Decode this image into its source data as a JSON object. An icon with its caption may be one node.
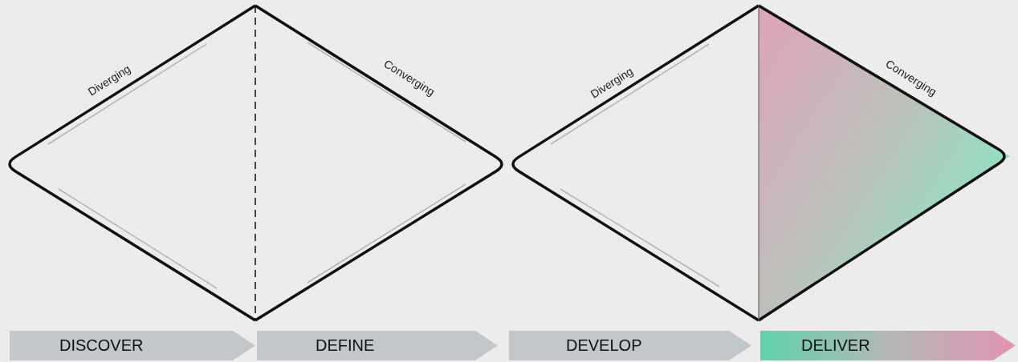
{
  "diagram": {
    "nodes": [
      {
        "text": [
          "Diverging"
        ]
      },
      {
        "text": [
          "Converging"
        ]
      },
      {
        "text": [
          "Diverging"
        ]
      },
      {
        "text": [
          "Converging"
        ]
      },
      {
        "text": [
          "DISCOVER"
        ]
      },
      {
        "text": [
          "DEFINE"
        ]
      },
      {
        "text": [
          "DEVELOP"
        ]
      },
      {
        "text": [
          "DELIVER"
        ]
      }
    ]
  }
}
